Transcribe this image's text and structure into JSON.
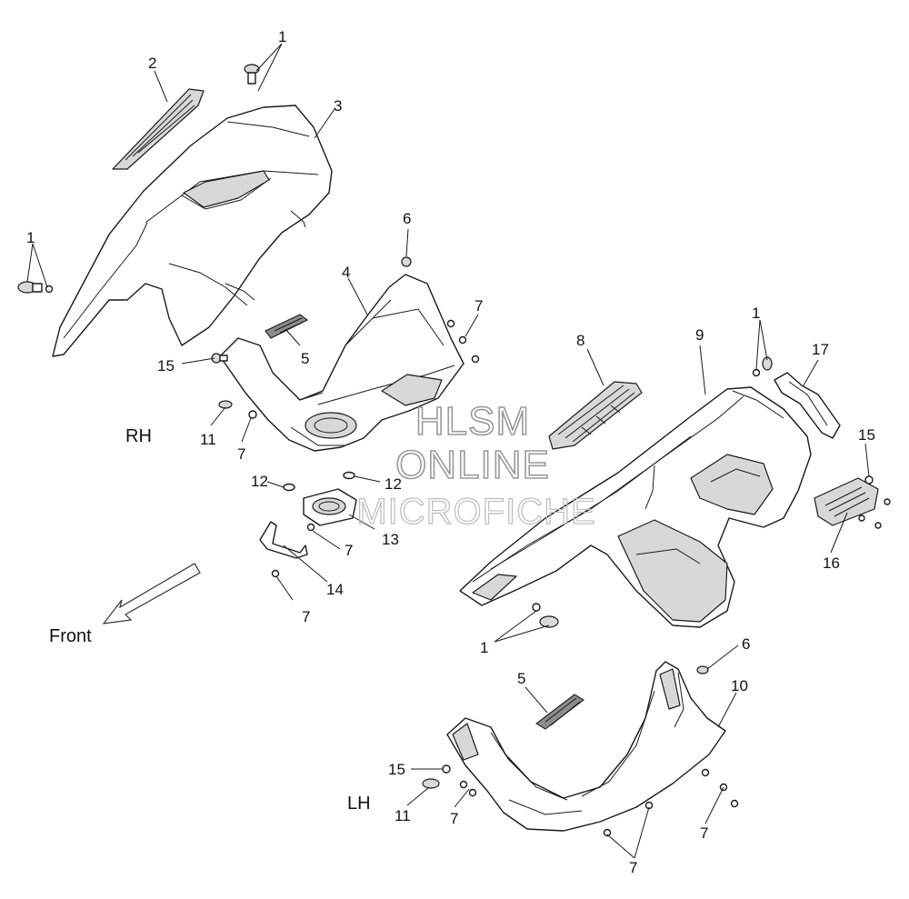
{
  "diagram": {
    "side_labels": {
      "rh": "RH",
      "lh": "LH",
      "front": "Front"
    },
    "watermark": {
      "line1": "HLSM",
      "line2": "ONLINE",
      "line3": "MICROFICHE"
    },
    "callouts": [
      {
        "id": "c1a",
        "text": "1"
      },
      {
        "id": "c2",
        "text": "2"
      },
      {
        "id": "c3",
        "text": "3"
      },
      {
        "id": "c1b",
        "text": "1"
      },
      {
        "id": "c6a",
        "text": "6"
      },
      {
        "id": "c4",
        "text": "4"
      },
      {
        "id": "c7a",
        "text": "7"
      },
      {
        "id": "c5a",
        "text": "5"
      },
      {
        "id": "c15a",
        "text": "15"
      },
      {
        "id": "c11a",
        "text": "11"
      },
      {
        "id": "c7b",
        "text": "7"
      },
      {
        "id": "c12a",
        "text": "12"
      },
      {
        "id": "c12b",
        "text": "12"
      },
      {
        "id": "c13",
        "text": "13"
      },
      {
        "id": "c7c",
        "text": "7"
      },
      {
        "id": "c14",
        "text": "14"
      },
      {
        "id": "c7d",
        "text": "7"
      },
      {
        "id": "c8",
        "text": "8"
      },
      {
        "id": "c9",
        "text": "9"
      },
      {
        "id": "c1c",
        "text": "1"
      },
      {
        "id": "c17",
        "text": "17"
      },
      {
        "id": "c15b",
        "text": "15"
      },
      {
        "id": "c16",
        "text": "16"
      },
      {
        "id": "c1d",
        "text": "1"
      },
      {
        "id": "c6b",
        "text": "6"
      },
      {
        "id": "c5b",
        "text": "5"
      },
      {
        "id": "c10",
        "text": "10"
      },
      {
        "id": "c15c",
        "text": "15"
      },
      {
        "id": "c11b",
        "text": "11"
      },
      {
        "id": "c7e",
        "text": "7"
      },
      {
        "id": "c7f",
        "text": "7"
      },
      {
        "id": "c7g",
        "text": "7"
      }
    ]
  }
}
